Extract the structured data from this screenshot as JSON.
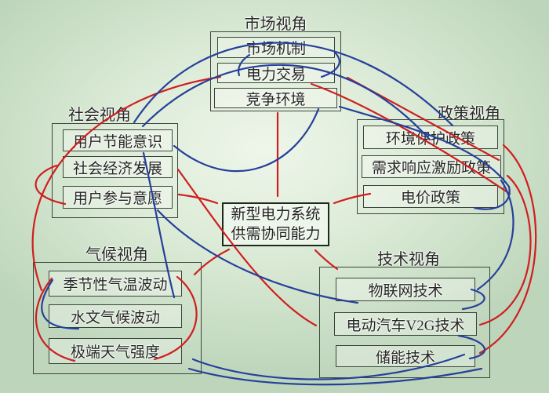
{
  "diagram": {
    "center": {
      "line1": "新型电力系统",
      "line2": "供需协同能力"
    },
    "groups": [
      {
        "id": "market",
        "title": "市场视角",
        "items": [
          "市场机制",
          "电力交易",
          "竞争环境"
        ]
      },
      {
        "id": "social",
        "title": "社会视角",
        "items": [
          "用户节能意识",
          "社会经济发展",
          "用户参与意愿"
        ]
      },
      {
        "id": "policy",
        "title": "政策视角",
        "items": [
          "环境保护政策",
          "需求响应激励政策",
          "电价政策"
        ]
      },
      {
        "id": "climate",
        "title": "气候视角",
        "items": [
          "季节性气温波动",
          "水文气候波动",
          "极端天气强度"
        ]
      },
      {
        "id": "tech",
        "title": "技术视角",
        "items": [
          "物联网技术",
          "电动汽车V2G技术",
          "储能技术"
        ]
      }
    ],
    "colors": {
      "red_arrow": "#cf1f1f",
      "blue_arrow": "#26409a",
      "box_border": "#3a463a",
      "text": "#272727",
      "background_center": "#eef6ea",
      "background_edge": "#bdd5bb"
    }
  }
}
